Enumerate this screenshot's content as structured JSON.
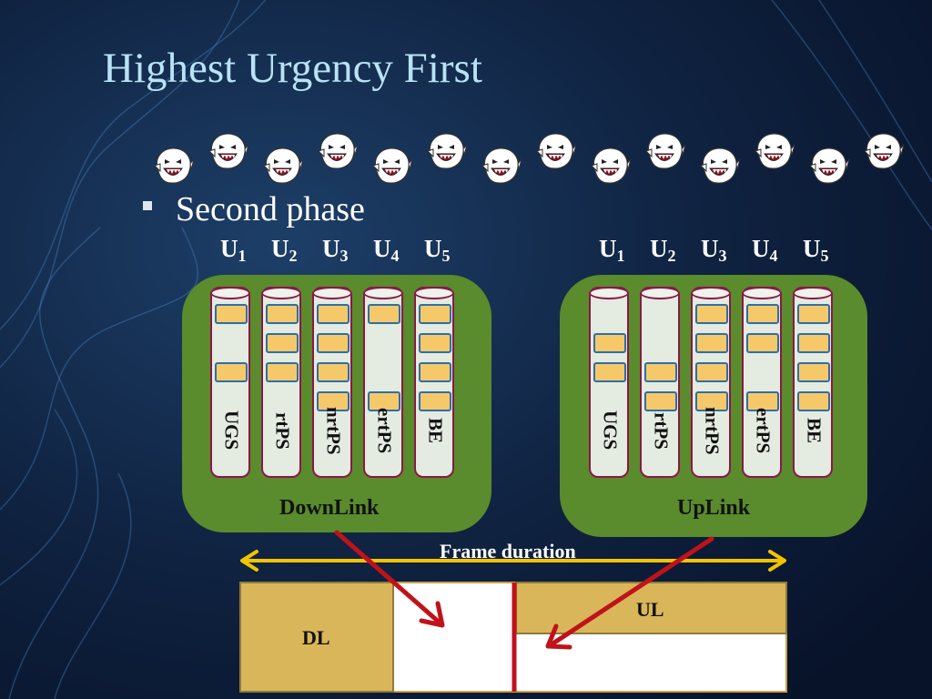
{
  "slide": {
    "title": "Highest Urgency First",
    "bullet": "Second phase",
    "ghost_icon_count": 14
  },
  "downlink": {
    "label": "DownLink",
    "users": [
      {
        "name": "U",
        "sub": "1"
      },
      {
        "name": "U",
        "sub": "2"
      },
      {
        "name": "U",
        "sub": "3"
      },
      {
        "name": "U",
        "sub": "4"
      },
      {
        "name": "U",
        "sub": "5"
      }
    ],
    "queues": [
      {
        "label": "UGS",
        "filled_slots": [
          0,
          2
        ]
      },
      {
        "label": "rtPS",
        "filled_slots": [
          0,
          1,
          2
        ]
      },
      {
        "label": "nrtPS",
        "filled_slots": [
          0,
          1,
          2,
          3
        ]
      },
      {
        "label": "ertPS",
        "filled_slots": [
          0,
          3
        ]
      },
      {
        "label": "BE",
        "filled_slots": [
          0,
          1,
          2,
          3
        ]
      }
    ]
  },
  "uplink": {
    "label": "UpLink",
    "users": [
      {
        "name": "U",
        "sub": "1"
      },
      {
        "name": "U",
        "sub": "2"
      },
      {
        "name": "U",
        "sub": "3"
      },
      {
        "name": "U",
        "sub": "4"
      },
      {
        "name": "U",
        "sub": "5"
      }
    ],
    "queues": [
      {
        "label": "UGS",
        "filled_slots": [
          1,
          2
        ]
      },
      {
        "label": "rtPS",
        "filled_slots": [
          2,
          3
        ]
      },
      {
        "label": "nrtPS",
        "filled_slots": [
          0,
          1,
          2,
          3
        ]
      },
      {
        "label": "ertPS",
        "filled_slots": [
          0,
          1,
          3
        ]
      },
      {
        "label": "BE",
        "filled_slots": [
          0,
          1,
          2,
          3
        ]
      }
    ]
  },
  "frame": {
    "duration_label": "Frame duration",
    "dl_label": "DL",
    "ul_label": "UL"
  },
  "colors": {
    "panel": "#5a8b2c",
    "slot": "#f5c96a",
    "slot_border": "#2e6ea6",
    "arrow_red": "#c0121a",
    "arrow_yellow": "#f2c400",
    "frame_fill": "#d9b659",
    "title": "#b9e2f5"
  }
}
